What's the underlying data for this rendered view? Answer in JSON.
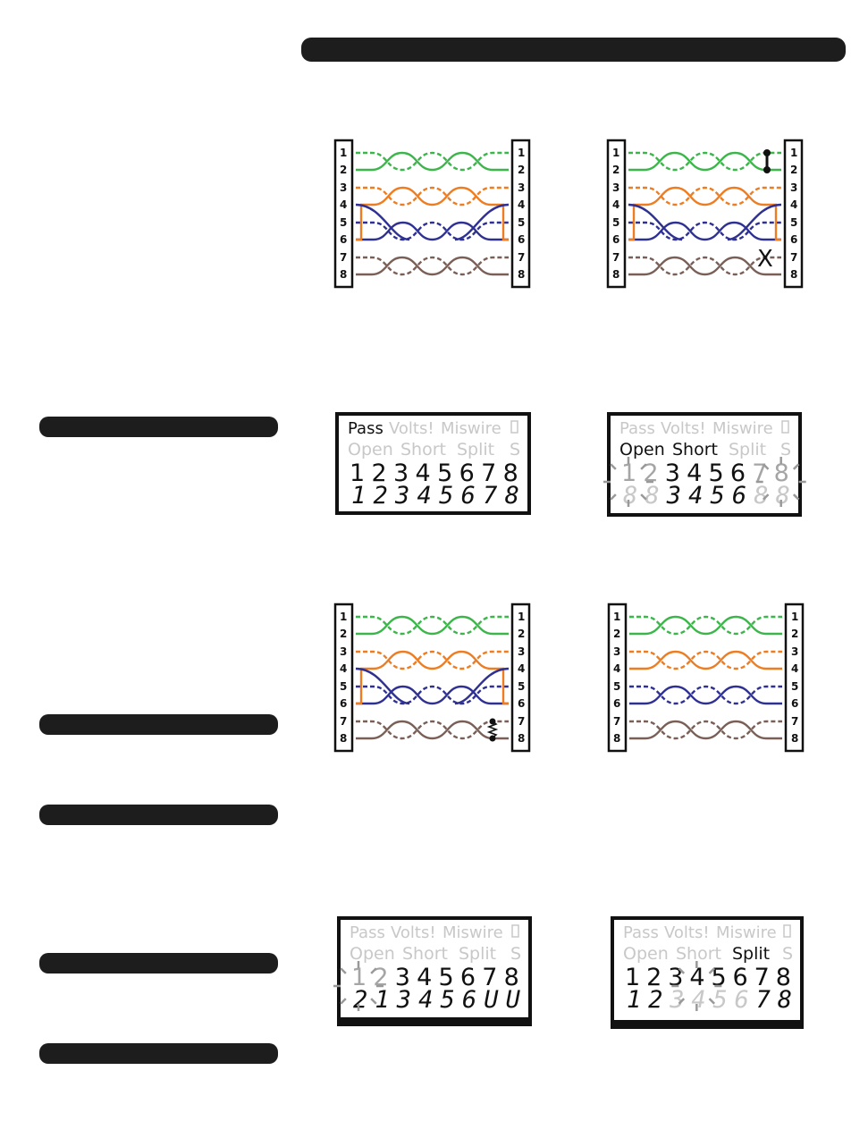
{
  "pins": [
    "1",
    "2",
    "3",
    "4",
    "5",
    "6",
    "7",
    "8"
  ],
  "colors": {
    "green": "#3cb54a",
    "orange": "#ee7d22",
    "blue": "#2f3192",
    "brown": "#7a5f57",
    "lcd_dim": "#c8c8c8",
    "lcd_dark": "#111111",
    "bar": "#1d1d1d"
  },
  "diagrams": {
    "d1": {
      "name": "wire-diagram-pass"
    },
    "d2": {
      "name": "wire-diagram-open-short",
      "open_mark": "X"
    },
    "d3": {
      "name": "wire-diagram-miswire"
    },
    "d4": {
      "name": "wire-diagram-split"
    }
  },
  "lcds": [
    {
      "name": "lcd-pass",
      "row1": [
        "Pass",
        "Volts!",
        "Miswire"
      ],
      "row2": [
        "Open",
        "Short",
        "Split",
        "S"
      ],
      "lit": {
        "row1": [
          true,
          false,
          false
        ],
        "row2": [
          false,
          false,
          false,
          false
        ]
      },
      "top_digits": [
        "1",
        "2",
        "3",
        "4",
        "5",
        "6",
        "7",
        "8"
      ],
      "top_dim": [
        false,
        false,
        false,
        false,
        false,
        false,
        false,
        false
      ],
      "bottom_digits": [
        "1",
        "2",
        "3",
        "4",
        "5",
        "6",
        "7",
        "8"
      ],
      "bottom_dim": [
        false,
        false,
        false,
        false,
        false,
        false,
        false,
        false
      ],
      "blink": []
    },
    {
      "name": "lcd-open-short",
      "row1": [
        "Pass",
        "Volts!",
        "Miswire"
      ],
      "row2": [
        "Open",
        "Short",
        "Split",
        "S"
      ],
      "lit": {
        "row1": [
          false,
          false,
          false
        ],
        "row2": [
          true,
          true,
          false,
          false
        ]
      },
      "top_digits": [
        "1",
        "2",
        "3",
        "4",
        "5",
        "6",
        "7",
        "8"
      ],
      "top_dim": [
        true,
        true,
        false,
        false,
        false,
        false,
        true,
        true
      ],
      "bottom_digits": [
        "8",
        "8",
        "",
        "3",
        "4",
        "5",
        "6",
        "8",
        "8"
      ],
      "bottom_dim": [
        true,
        true,
        false,
        false,
        false,
        false,
        false,
        true,
        true
      ],
      "blink": [
        0,
        7
      ]
    },
    {
      "name": "lcd-miswire",
      "row1": [
        "Pass",
        "Volts!",
        "Miswire"
      ],
      "row2": [
        "Open",
        "Short",
        "Split",
        "S"
      ],
      "lit": {
        "row1": [
          false,
          false,
          false
        ],
        "row2": [
          false,
          false,
          false,
          false
        ]
      },
      "top_digits": [
        "1",
        "2",
        "3",
        "4",
        "5",
        "6",
        "7",
        "8"
      ],
      "top_dim": [
        true,
        true,
        false,
        false,
        false,
        false,
        false,
        false
      ],
      "bottom_digits": [
        "2",
        "1",
        "3",
        "4",
        "5",
        "6",
        "U",
        "U"
      ],
      "bottom_dim": [
        false,
        false,
        false,
        false,
        false,
        false,
        false,
        false
      ],
      "blink": [
        0
      ]
    },
    {
      "name": "lcd-split",
      "row1": [
        "Pass",
        "Volts!",
        "Miswire"
      ],
      "row2": [
        "Open",
        "Short",
        "Split",
        "S"
      ],
      "lit": {
        "row1": [
          false,
          false,
          false
        ],
        "row2": [
          false,
          false,
          true,
          false
        ]
      },
      "top_digits": [
        "1",
        "2",
        "3",
        "4",
        "5",
        "6",
        "7",
        "8"
      ],
      "top_dim": [
        false,
        false,
        false,
        false,
        false,
        false,
        false,
        false
      ],
      "bottom_digits": [
        "1",
        "2",
        "3",
        "4",
        "5",
        "6",
        "7",
        "8"
      ],
      "bottom_dim": [
        false,
        false,
        true,
        true,
        true,
        true,
        false,
        false
      ],
      "blink": [
        3
      ]
    }
  ]
}
